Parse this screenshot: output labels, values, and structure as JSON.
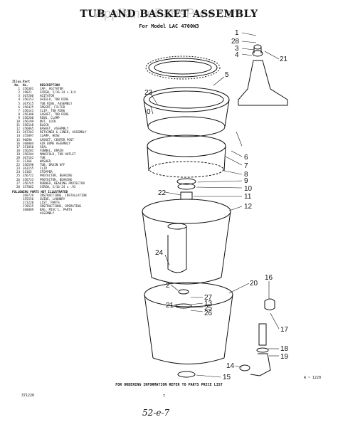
{
  "watermark": "AppliancePartsPros.com",
  "title": "TUB AND BASKET ASSEMBLY",
  "subtitle": "For Model LAC 4700W3",
  "parts_table": {
    "header_illus": "Illus.",
    "header_no1": "No.",
    "header_part": "Part",
    "header_no2": "No.",
    "header_desc": "DESCRIPTION",
    "rows": [
      {
        "illus": "1",
        "part": "356381",
        "desc": "CAP, AGITATOR"
      },
      {
        "illus": "2",
        "part": "19021",
        "desc": "SCREW, 5/16-24 x 3/4"
      },
      {
        "illus": "3",
        "part": "367200",
        "desc": "AGITATOR"
      },
      {
        "illus": "4",
        "part": "356153",
        "desc": "SHIELD, TUB RING"
      },
      {
        "illus": "5",
        "part": "367515",
        "desc": "TUB RING, ASSEMBLY"
      },
      {
        "illus": "6",
        "part": "356425",
        "desc": "INSERT, FILTER"
      },
      {
        "illus": "7",
        "part": "356141",
        "desc": "CLIP, TUB RING"
      },
      {
        "illus": "8",
        "part": "356380",
        "desc": "GASKET, TUB RING"
      },
      {
        "illus": "9",
        "part": "356200",
        "desc": "RING, CLAMP"
      },
      {
        "illus": "10",
        "part": "356199",
        "desc": "NUT, LOCK"
      },
      {
        "illus": "11",
        "part": "356148",
        "desc": "BLOCK"
      },
      {
        "illus": "12",
        "part": "356065",
        "desc": "BASKET, ASSEMBLY"
      },
      {
        "illus": "13",
        "part": "367203",
        "desc": "RETAINER & LINER, ASSEMBLY"
      },
      {
        "illus": "14",
        "part": "355097",
        "desc": "CLAMP, HOSE"
      },
      {
        "illus": "15",
        "part": "96690",
        "desc": "GASKET, CENTER POST"
      },
      {
        "illus": "16",
        "part": "360804",
        "desc": "AIR DOME ASSEMBLY"
      },
      {
        "illus": "17",
        "part": "351850",
        "desc": "SEAL"
      },
      {
        "illus": "18",
        "part": "356201",
        "desc": "FUNNEL, DRAIN"
      },
      {
        "illus": "19",
        "part": "356204",
        "desc": "MANIFOLD, TUB OUTLET"
      },
      {
        "illus": "20",
        "part": "367162",
        "desc": "TUB"
      },
      {
        "illus": "21",
        "part": "31366",
        "desc": "WASHER"
      },
      {
        "illus": "22",
        "part": "356598",
        "desc": "TUB, DRAIN OFF"
      },
      {
        "illus": "23",
        "part": "363155",
        "desc": "CLIP"
      },
      {
        "illus": "24",
        "part": "31365",
        "desc": "STOPPER"
      },
      {
        "illus": "25",
        "part": "356721",
        "desc": "PROTECTOR, BEARING"
      },
      {
        "illus": "26",
        "part": "356733",
        "desc": "PROTECTOR, BEARING"
      },
      {
        "illus": "27",
        "part": "356745",
        "desc": "RUBBER, BEARING PROTECTOR"
      },
      {
        "illus": "28",
        "part": "357082",
        "desc": "SCREW, 5/16-24 x .93"
      }
    ],
    "not_illustrated_header": "FOLLOWING PARTS NOT ILLUSTRATED",
    "not_illustrated": [
      {
        "part": "369729",
        "desc": "INSTRUCTIONS, INSTALLATION"
      },
      {
        "part": "355556",
        "desc": "GUIDE, LAUNDRY"
      },
      {
        "part": "371220",
        "desc": "LIST, PARTS"
      },
      {
        "part": "370525",
        "desc": "INSTRUCTIONS, OPERATING"
      },
      {
        "part": "368809",
        "desc": "BAG, MISC'L. PARTS"
      },
      {
        "part": "",
        "desc": "ASSEMBLY"
      }
    ]
  },
  "callouts": {
    "c1": "1",
    "c28": "28",
    "c3": "3",
    "c4": "4",
    "c21a": "21",
    "c5": "5",
    "c23": "23",
    "c0": "0",
    "c6": "6",
    "c7": "7",
    "c8": "8",
    "c9": "9",
    "c10": "10",
    "c22": "22",
    "c11": "11",
    "c12": "12",
    "c24": "24",
    "c16": "16",
    "c20": "20",
    "c2": "2",
    "c21b": "21",
    "c27": "27",
    "c13": "13",
    "c25": "25",
    "c26": "26",
    "c17": "17",
    "c18": "18",
    "c19": "19",
    "c14": "14",
    "c15": "15"
  },
  "figure_ref": "A ~ 1220",
  "footer": "FOR ORDERING INFORMATION REFER TO PARTS PRICE LIST",
  "page_code": "371220",
  "page_number": "7",
  "handwritten_note": "52-e-7"
}
